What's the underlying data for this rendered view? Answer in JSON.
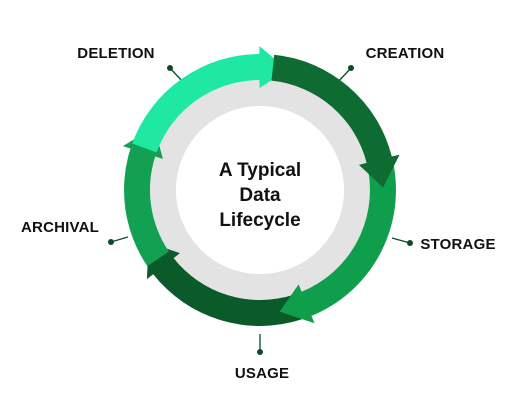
{
  "center": {
    "line1": "A Typical",
    "line2": "Data",
    "line3": "Lifecycle"
  },
  "stages": {
    "deletion": "DELETION",
    "creation": "CREATION",
    "storage": "STORAGE",
    "usage": "USAGE",
    "archival": "ARCHIVAL"
  },
  "colors": {
    "deletion": "#1ee8a1",
    "creation": "#0e6b31",
    "storage": "#0f9e4b",
    "usage": "#0b5a2a",
    "archival": "#12a153",
    "inner_ring": "#e3e3e3",
    "connector": "#0e4a25",
    "text": "#111111"
  }
}
